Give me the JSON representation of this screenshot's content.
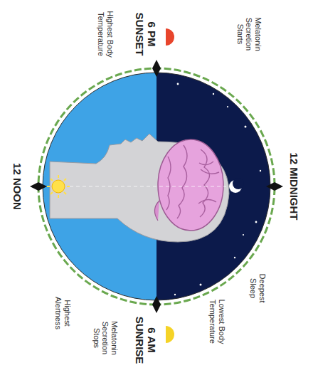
{
  "diagram": {
    "labels": [
      "6 PM SUNSET",
      "Highest Body Temperature",
      "Melatonin Secretion Starts",
      "12 MIDNIGHT",
      "Deepest Sleep",
      "Lowest Body Temperature",
      "6 AM SUNRISE",
      "Melatonin Secretion Stops",
      "Highest Alertness",
      "12 NOON"
    ]
  }
}
